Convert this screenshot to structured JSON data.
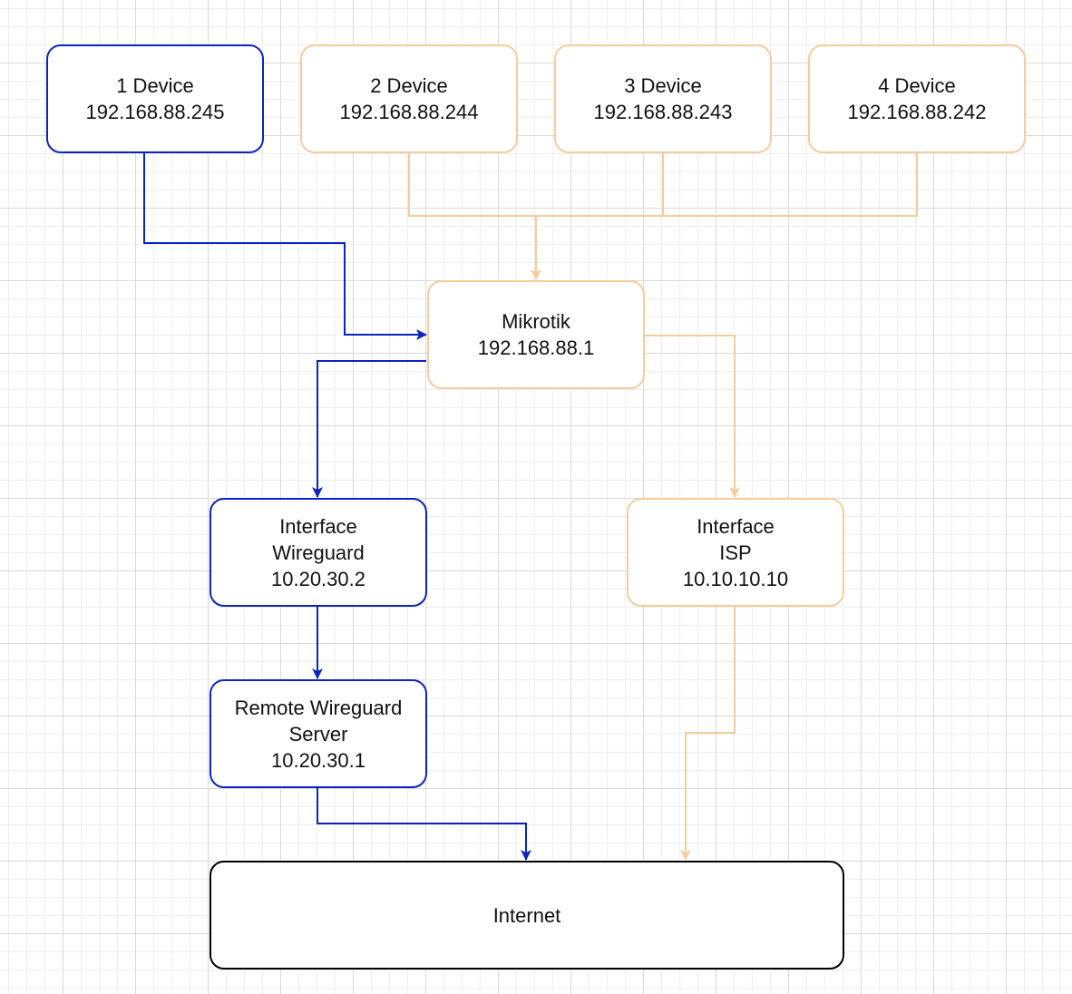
{
  "colors": {
    "blue": "#0a24c2",
    "orange": "#f6cc9a",
    "black": "#000000",
    "text": "#111111",
    "grid": "#d9d9d9"
  },
  "nodes": {
    "device1": {
      "lines": [
        "1 Device",
        "192.168.88.245"
      ],
      "color": "#0a24c2"
    },
    "device2": {
      "lines": [
        "2 Device",
        "192.168.88.244"
      ],
      "color": "#f6cc9a"
    },
    "device3": {
      "lines": [
        "3 Device",
        "192.168.88.243"
      ],
      "color": "#f6cc9a"
    },
    "device4": {
      "lines": [
        "4 Device",
        "192.168.88.242"
      ],
      "color": "#f6cc9a"
    },
    "mikrotik": {
      "lines": [
        "Mikrotik",
        "192.168.88.1"
      ],
      "color": "#f6cc9a"
    },
    "wireguard_interface": {
      "lines": [
        "Interface",
        "Wireguard",
        "10.20.30.2"
      ],
      "color": "#0a24c2"
    },
    "isp_interface": {
      "lines": [
        "Interface",
        "ISP",
        "10.10.10.10"
      ],
      "color": "#f6cc9a"
    },
    "remote_wireguard": {
      "lines": [
        "Remote Wireguard",
        "Server",
        "10.20.30.1"
      ],
      "color": "#0a24c2"
    },
    "internet": {
      "lines": [
        "Internet"
      ],
      "color": "#000000"
    }
  },
  "edges": [
    {
      "from": "device1",
      "to": "mikrotik",
      "color": "#0a24c2"
    },
    {
      "from": "device2",
      "to": "mikrotik",
      "color": "#f6cc9a"
    },
    {
      "from": "device3",
      "to": "mikrotik",
      "color": "#f6cc9a"
    },
    {
      "from": "device4",
      "to": "mikrotik",
      "color": "#f6cc9a"
    },
    {
      "from": "mikrotik",
      "to": "wireguard_interface",
      "color": "#0a24c2"
    },
    {
      "from": "mikrotik",
      "to": "isp_interface",
      "color": "#f6cc9a"
    },
    {
      "from": "wireguard_interface",
      "to": "remote_wireguard",
      "color": "#0a24c2"
    },
    {
      "from": "remote_wireguard",
      "to": "internet",
      "color": "#0a24c2"
    },
    {
      "from": "isp_interface",
      "to": "internet",
      "color": "#f6cc9a"
    }
  ]
}
